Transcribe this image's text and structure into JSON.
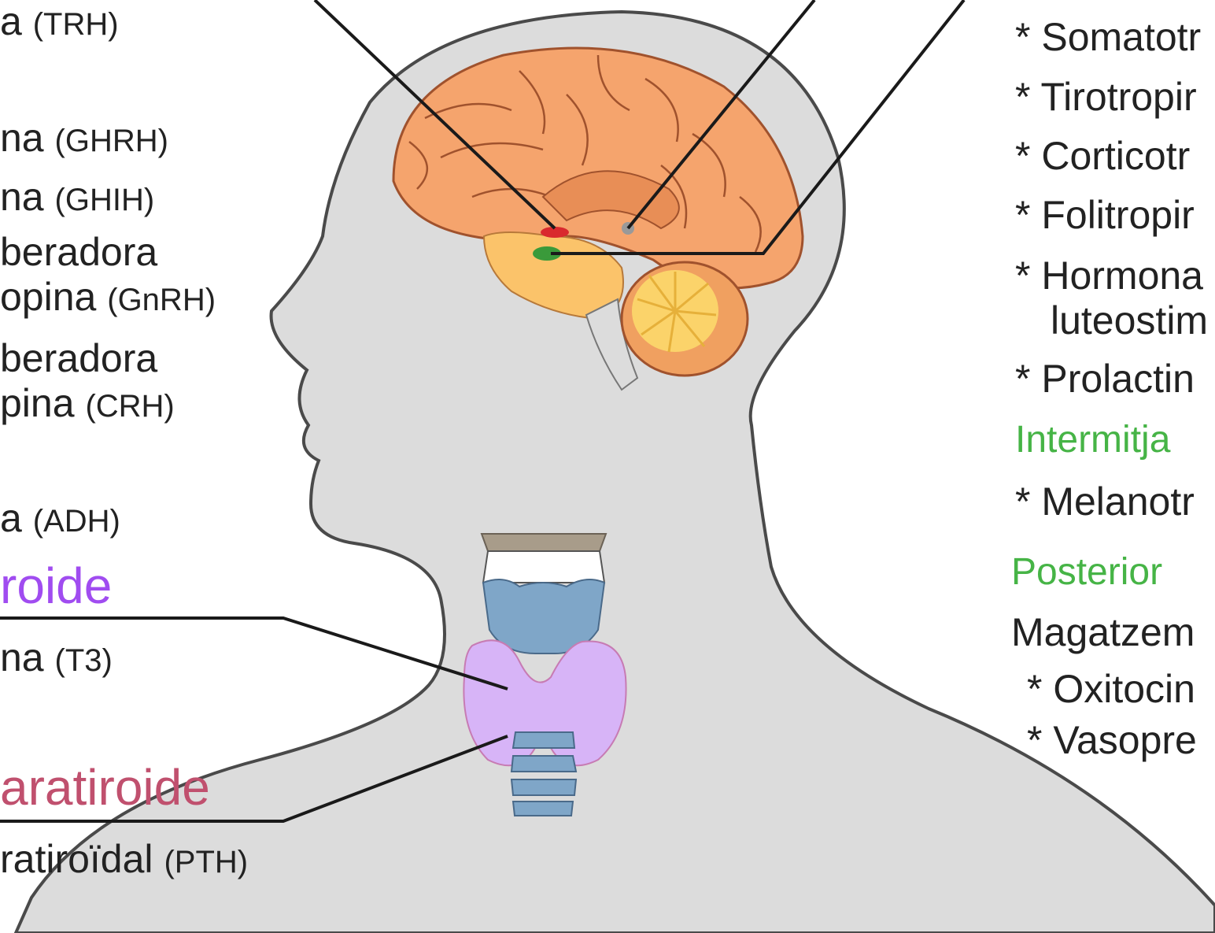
{
  "colors": {
    "background": "#ffffff",
    "body": "#dcdcdc",
    "body_outline": "#4a4a4a",
    "brain": "#f5a46d",
    "cerebellum": "#fbd36a",
    "hypothalamus_red": "#d9292e",
    "pituitary_green": "#3a9a3a",
    "thyroid_label": "#a04cf0",
    "thyroid_gland": "#d7b4f7",
    "parathyroid_label": "#c0506e",
    "pituitary_section_label": "#46b446",
    "cartilage": "#7fa6c8",
    "leader_line": "#1a1a1a"
  },
  "left_labels": {
    "trh": {
      "text": "a",
      "abbr": "(TRH)"
    },
    "ghrh": {
      "text": "na",
      "abbr": "(GHRH)"
    },
    "ghih": {
      "text": "na",
      "abbr": "(GHIH)"
    },
    "gnrh_line1": "beradora",
    "gnrh_line2": {
      "text": "opina",
      "abbr": "(GnRH)"
    },
    "crh_line1": "beradora",
    "crh_line2": {
      "text": "pina",
      "abbr": "(CRH)"
    },
    "adh": {
      "text": "a",
      "abbr": "(ADH)"
    },
    "thyroid_header": "roide",
    "t3": {
      "text": "na",
      "abbr": "(T3)"
    },
    "parathyroid_header": "aratiroide",
    "pth": {
      "text": "ratiroïdal",
      "abbr": "(PTH)"
    }
  },
  "right_labels": {
    "items_anterior": [
      "* Somatotr",
      "* Tirotropir",
      "* Corticotr",
      "* Folitropir",
      "* Hormona",
      "luteostim",
      "* Prolactin"
    ],
    "intermediate_header": "Intermitja",
    "items_intermediate": [
      "* Melanotr"
    ],
    "posterior_header": "Posterior",
    "posterior_text": "Magatzem",
    "items_posterior": [
      "* Oxitocin",
      "* Vasopre"
    ]
  }
}
